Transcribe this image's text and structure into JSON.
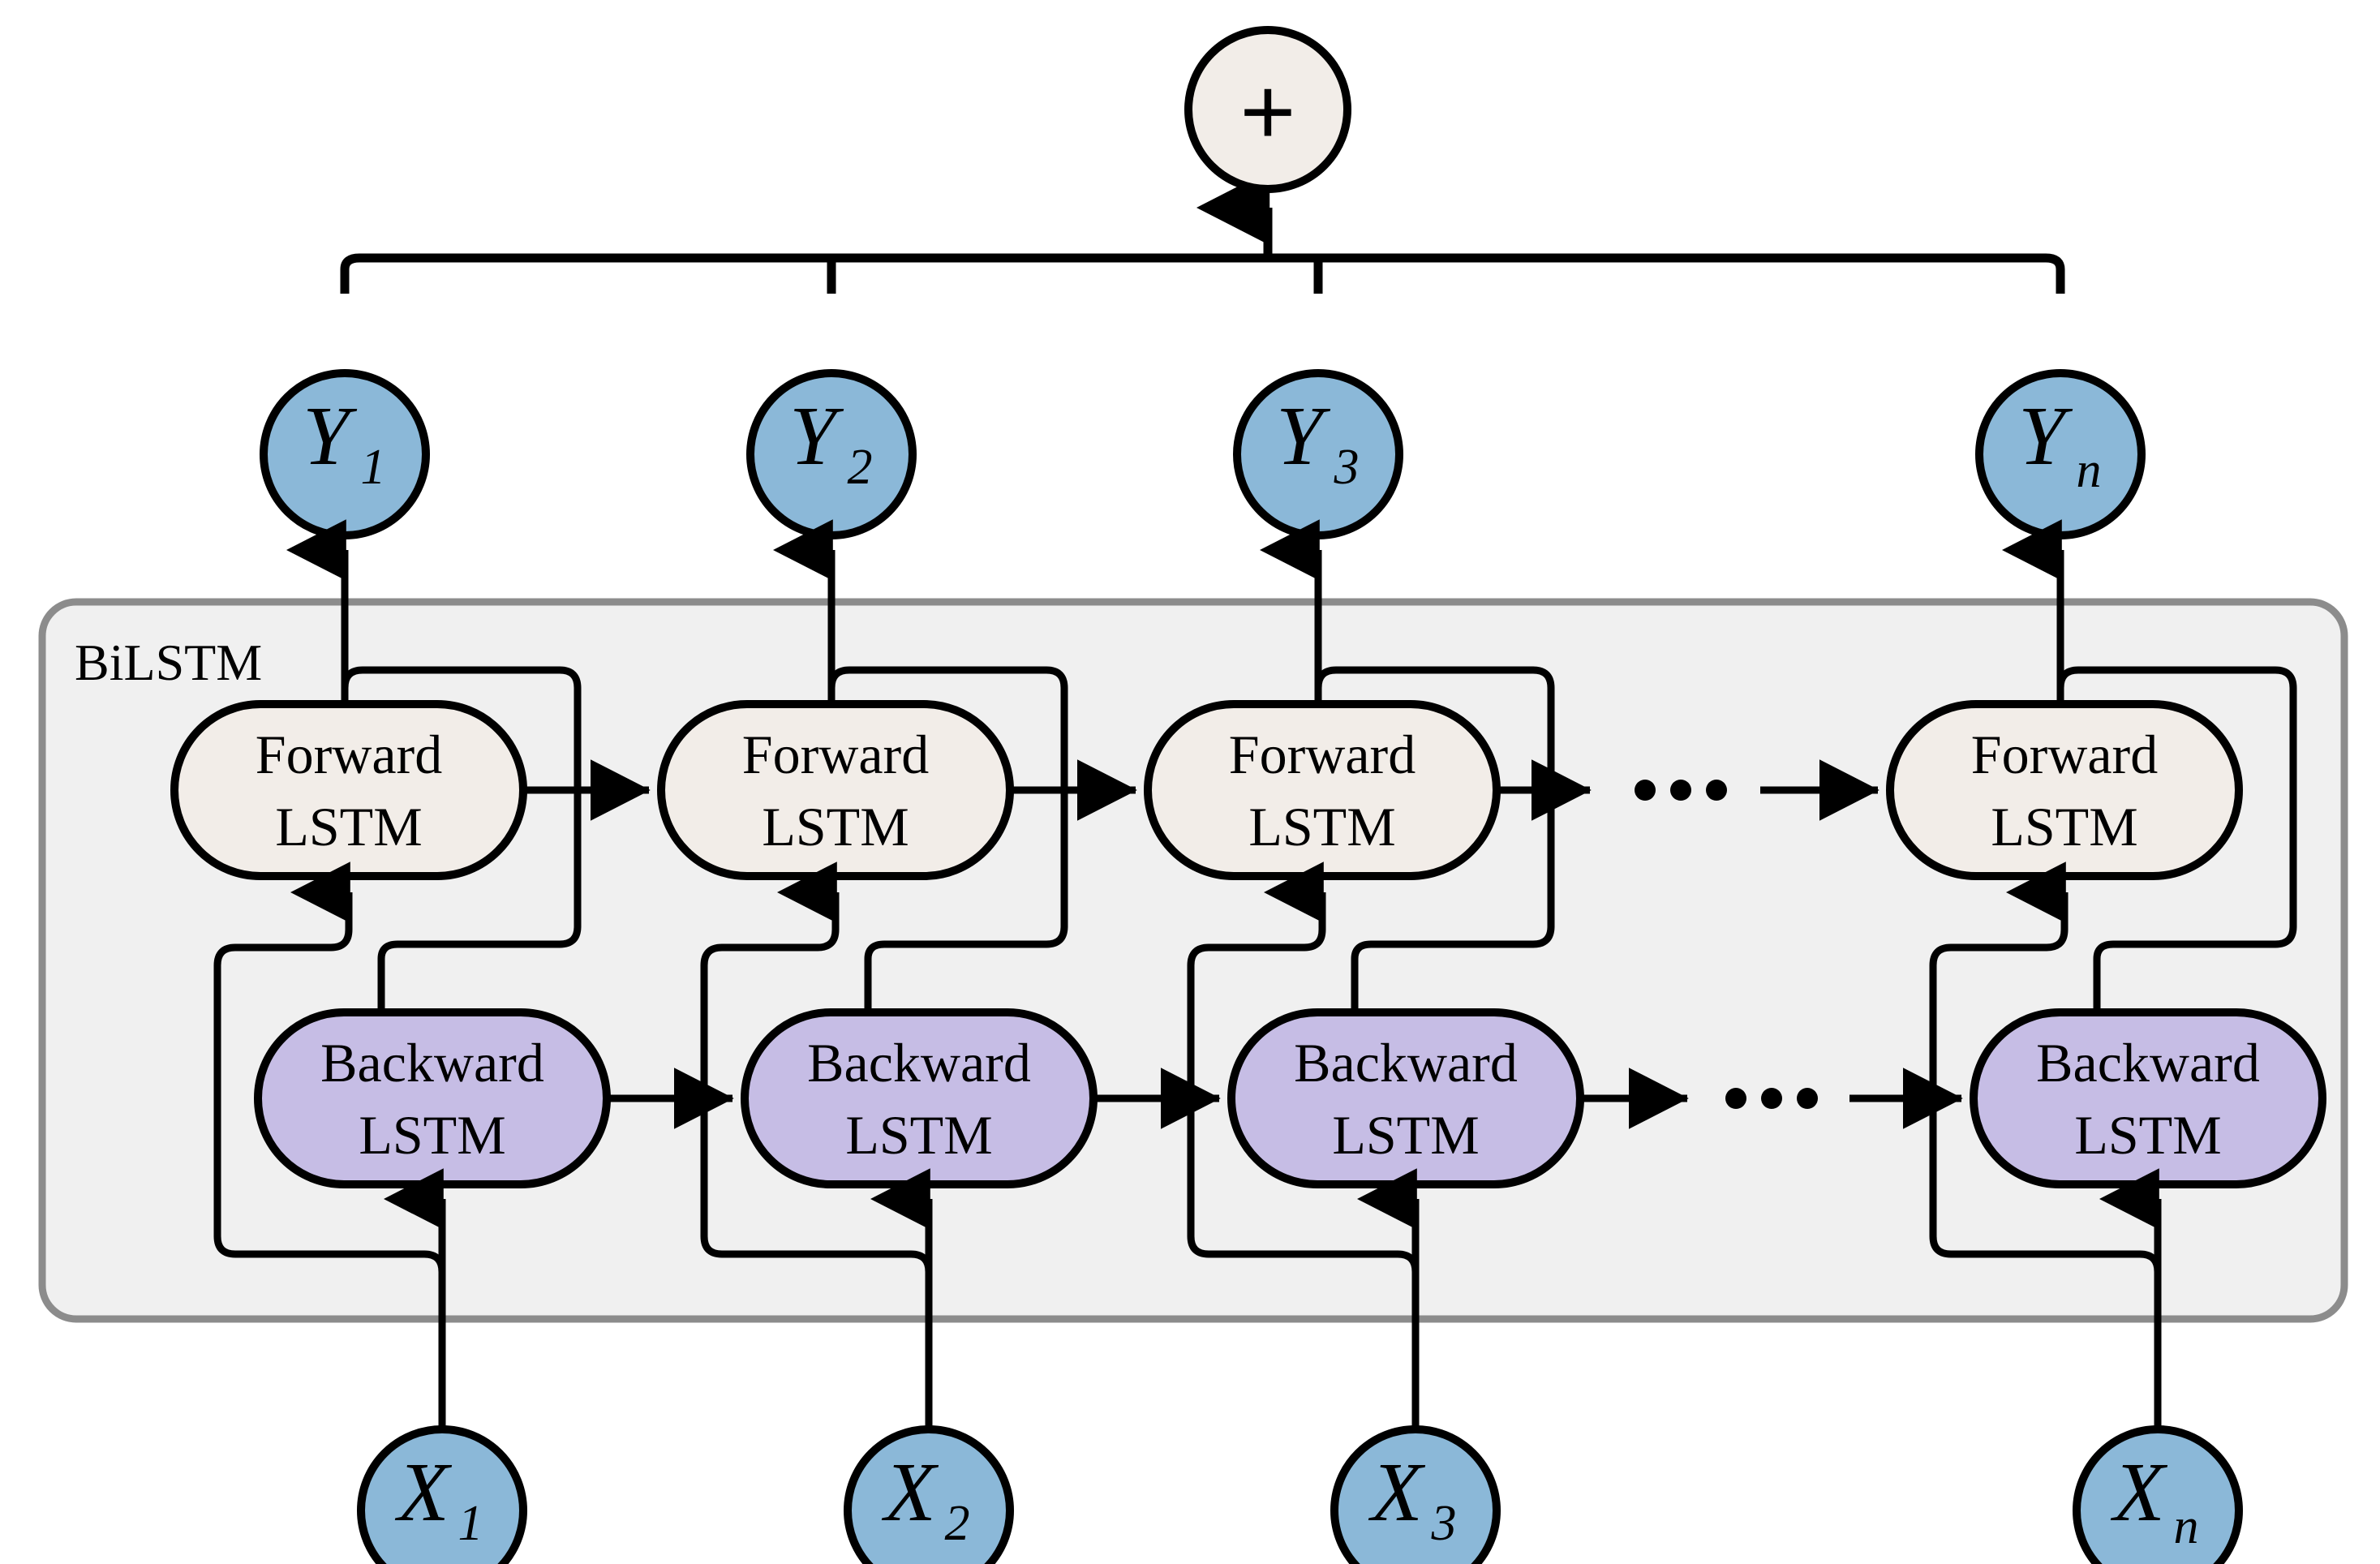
{
  "figure": {
    "type": "architecture-diagram",
    "title": "BiLSTM",
    "colors": {
      "panel_fill": "#F0F0F0",
      "panel_stroke": "#808080",
      "forward_fill": "#F2EDE8",
      "backward_fill": "#C6BDE5",
      "node_fill": "#8BB8D8",
      "sum_fill": "#F2EDE8",
      "stroke": "#000000"
    }
  },
  "panel": {
    "label": "BiLSTM"
  },
  "sum_node": {
    "symbol": "+",
    "name": "sum-node"
  },
  "outputs": [
    {
      "base": "Y",
      "sub": "1",
      "name": "output-node-y1"
    },
    {
      "base": "Y",
      "sub": "2",
      "name": "output-node-y2"
    },
    {
      "base": "Y",
      "sub": "3",
      "name": "output-node-y3"
    },
    {
      "base": "Y",
      "sub": "n",
      "name": "output-node-yn"
    }
  ],
  "inputs": [
    {
      "base": "X",
      "sub": "1",
      "name": "input-node-x1"
    },
    {
      "base": "X",
      "sub": "2",
      "name": "input-node-x2"
    },
    {
      "base": "X",
      "sub": "3",
      "name": "input-node-x3"
    },
    {
      "base": "X",
      "sub": "n",
      "name": "input-node-xn"
    }
  ],
  "forward_cells": [
    {
      "line1": "Forward",
      "line2": "LSTM"
    },
    {
      "line1": "Forward",
      "line2": "LSTM"
    },
    {
      "line1": "Forward",
      "line2": "LSTM"
    },
    {
      "line1": "Forward",
      "line2": "LSTM"
    }
  ],
  "backward_cells": [
    {
      "line1": "Backward",
      "line2": "LSTM"
    },
    {
      "line1": "Backward",
      "line2": "LSTM"
    },
    {
      "line1": "Backward",
      "line2": "LSTM"
    },
    {
      "line1": "Backward",
      "line2": "LSTM"
    }
  ],
  "ellipses": [
    {
      "name": "forward-chain-ellipsis",
      "text": "•  •  •"
    },
    {
      "name": "backward-chain-ellipsis",
      "text": "•  •  •"
    }
  ]
}
